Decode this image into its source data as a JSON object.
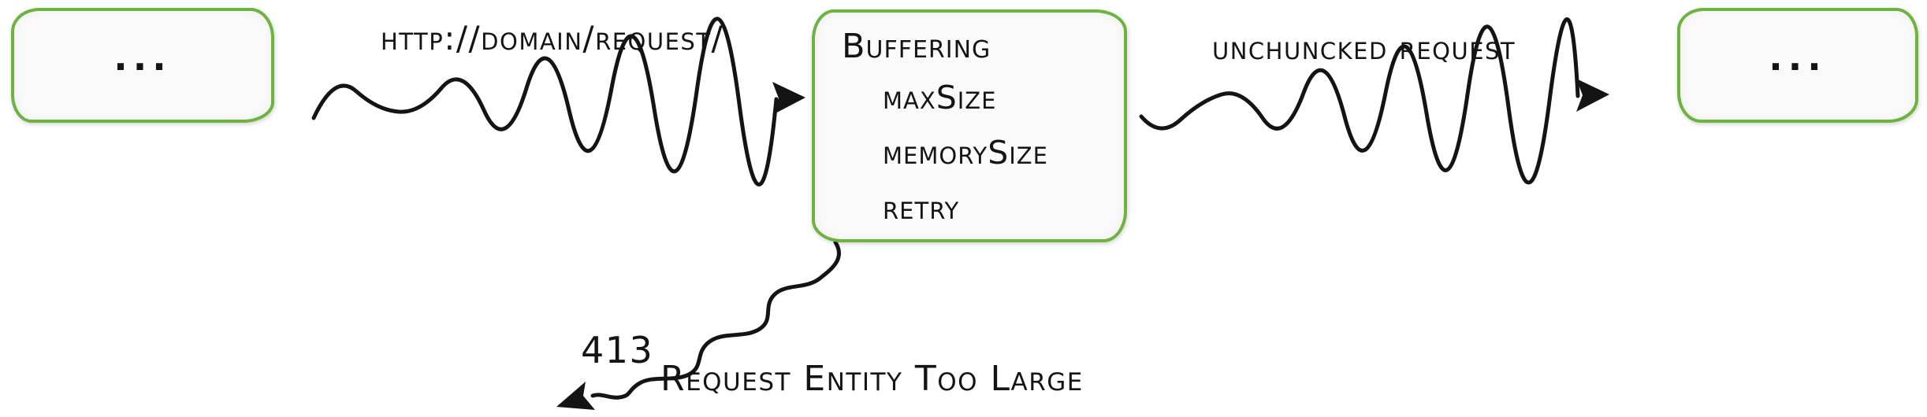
{
  "diagram": {
    "nodes": {
      "left": {
        "label": "..."
      },
      "buffering": {
        "title": "Buffering",
        "items": [
          "maxSize",
          "memorySize",
          "retry"
        ]
      },
      "right": {
        "label": "..."
      }
    },
    "edges": {
      "request": {
        "label": "http://domain/request/"
      },
      "unchunked": {
        "label": "unchuncked request"
      },
      "error": {
        "code": "413",
        "label": "Request Entity Too Large"
      }
    },
    "colors": {
      "node_border": "#6db33f",
      "node_fill": "#fafafa",
      "line": "#141414",
      "text": "#141414"
    }
  }
}
